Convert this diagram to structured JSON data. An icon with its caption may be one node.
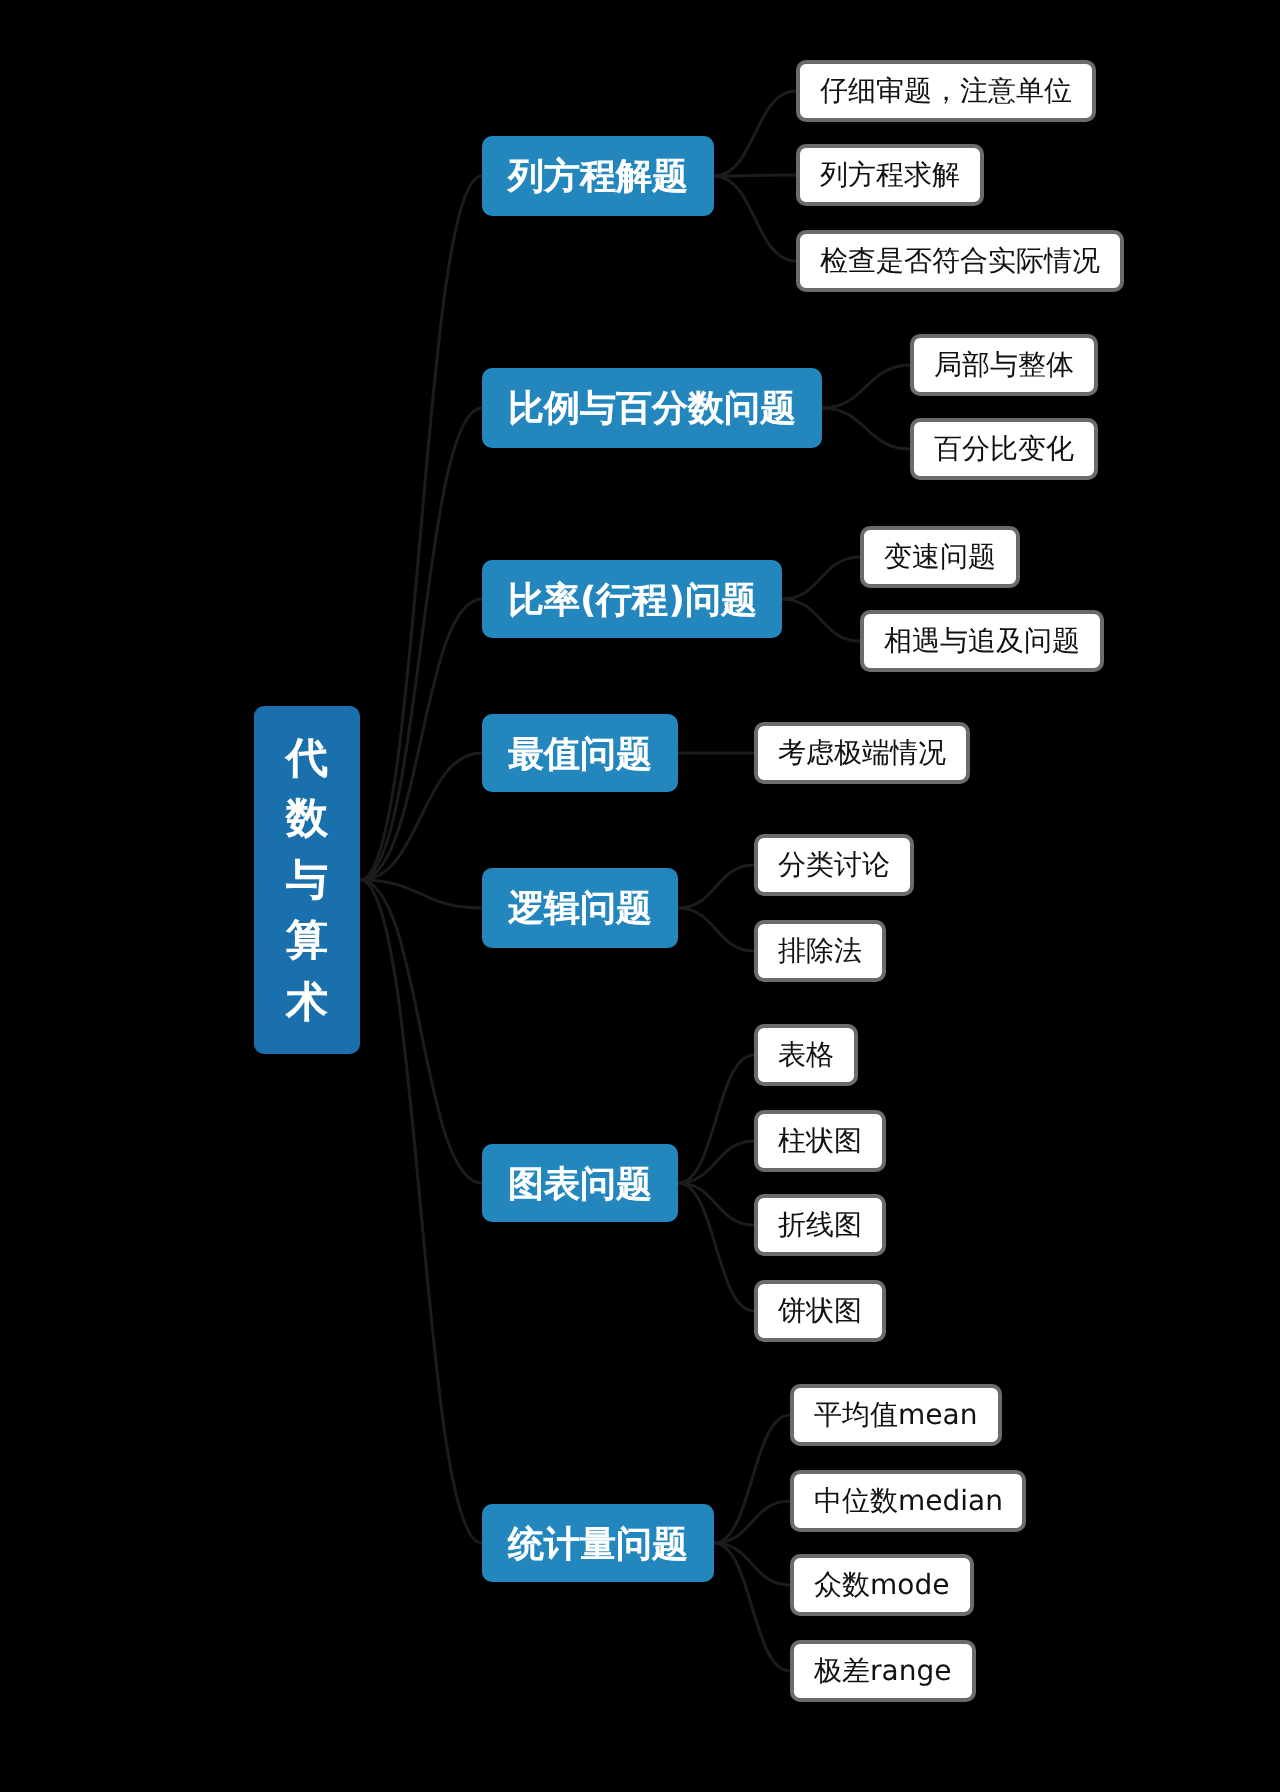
{
  "diagram": {
    "nodes": [
      {
        "text": [
          "代数与算术"
        ]
      },
      {
        "text": [
          "列方程解题"
        ]
      },
      {
        "text": [
          "仔细审题，注意单位"
        ]
      },
      {
        "text": [
          "列方程求解"
        ]
      },
      {
        "text": [
          "检查是否符合实际情况"
        ]
      },
      {
        "text": [
          "比例与百分数问题"
        ]
      },
      {
        "text": [
          "局部与整体"
        ]
      },
      {
        "text": [
          "百分比变化"
        ]
      },
      {
        "text": [
          "比率(行程)问题"
        ]
      },
      {
        "text": [
          "变速问题"
        ]
      },
      {
        "text": [
          "相遇与追及问题"
        ]
      },
      {
        "text": [
          "最值问题"
        ]
      },
      {
        "text": [
          "考虑极端情况"
        ]
      },
      {
        "text": [
          "逻辑问题"
        ]
      },
      {
        "text": [
          "分类讨论"
        ]
      },
      {
        "text": [
          "排除法"
        ]
      },
      {
        "text": [
          "图表问题"
        ]
      },
      {
        "text": [
          "表格"
        ]
      },
      {
        "text": [
          "柱状图"
        ]
      },
      {
        "text": [
          "折线图"
        ]
      },
      {
        "text": [
          "饼状图"
        ]
      },
      {
        "text": [
          "统计量问题"
        ]
      },
      {
        "text": [
          "平均值mean"
        ]
      },
      {
        "text": [
          "中位数median"
        ]
      },
      {
        "text": [
          "众数mode"
        ]
      },
      {
        "text": [
          "极差range"
        ]
      }
    ],
    "edges": [
      {
        "from": 0,
        "to": 1,
        "arrow": "none"
      },
      {
        "from": 1,
        "to": 2,
        "arrow": "none"
      },
      {
        "from": 1,
        "to": 3,
        "arrow": "none"
      },
      {
        "from": 1,
        "to": 4,
        "arrow": "none"
      },
      {
        "from": 0,
        "to": 5,
        "arrow": "none"
      },
      {
        "from": 5,
        "to": 6,
        "arrow": "none"
      },
      {
        "from": 5,
        "to": 7,
        "arrow": "none"
      },
      {
        "from": 0,
        "to": 8,
        "arrow": "none"
      },
      {
        "from": 8,
        "to": 9,
        "arrow": "none"
      },
      {
        "from": 8,
        "to": 10,
        "arrow": "none"
      },
      {
        "from": 0,
        "to": 11,
        "arrow": "none"
      },
      {
        "from": 11,
        "to": 12,
        "arrow": "none"
      },
      {
        "from": 0,
        "to": 13,
        "arrow": "none"
      },
      {
        "from": 13,
        "to": 14,
        "arrow": "none"
      },
      {
        "from": 13,
        "to": 15,
        "arrow": "none"
      },
      {
        "from": 0,
        "to": 16,
        "arrow": "none"
      },
      {
        "from": 16,
        "to": 17,
        "arrow": "none"
      },
      {
        "from": 16,
        "to": 18,
        "arrow": "none"
      },
      {
        "from": 16,
        "to": 19,
        "arrow": "none"
      },
      {
        "from": 16,
        "to": 20,
        "arrow": "none"
      },
      {
        "from": 0,
        "to": 21,
        "arrow": "none"
      },
      {
        "from": 21,
        "to": 22,
        "arrow": "none"
      },
      {
        "from": 21,
        "to": 23,
        "arrow": "none"
      },
      {
        "from": 21,
        "to": 24,
        "arrow": "none"
      },
      {
        "from": 21,
        "to": 25,
        "arrow": "none"
      }
    ]
  }
}
